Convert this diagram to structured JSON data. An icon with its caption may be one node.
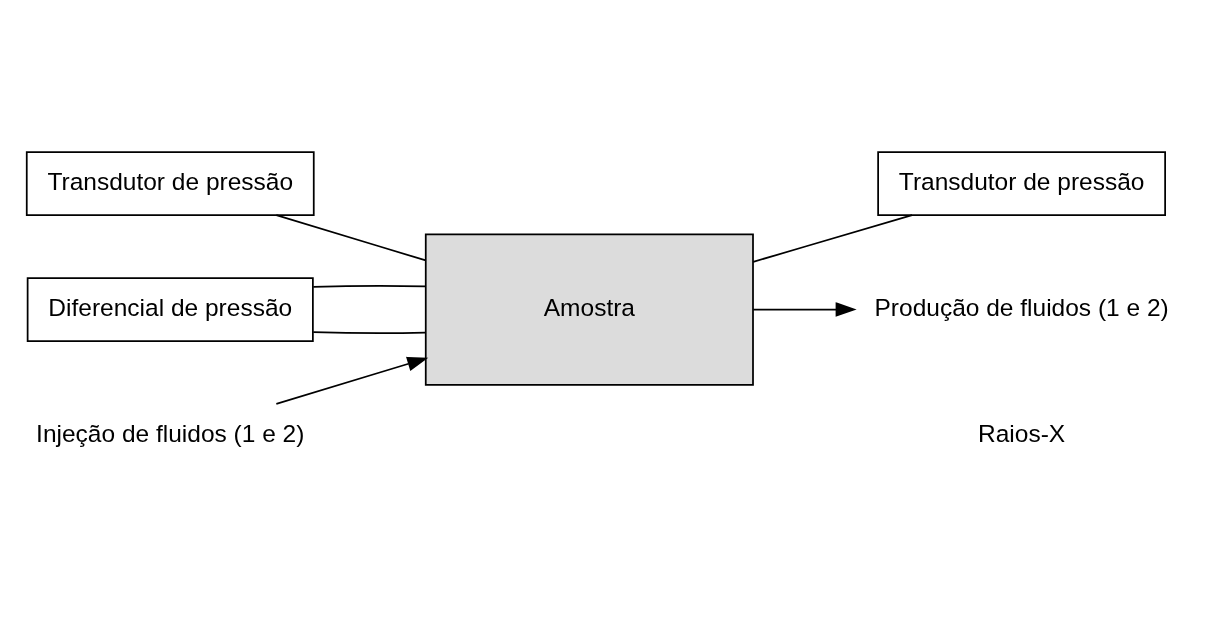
{
  "diagram": {
    "nodes": [
      {
        "text": [
          "Transdutor de pressão"
        ]
      },
      {
        "text": [
          "Diferencial de pressão"
        ]
      },
      {
        "text": [
          "Amostra"
        ]
      },
      {
        "text": [
          "Transdutor de pressão"
        ]
      },
      {
        "text": [
          "Injeção de fluidos (1 e 2)"
        ]
      },
      {
        "text": [
          "Produção de fluidos (1 e 2)"
        ]
      }
    ],
    "edges": [
      {
        "from": 4,
        "to": 2,
        "arrow": "to"
      },
      {
        "from": 0,
        "to": 2,
        "arrow": "none"
      },
      {
        "from": 1,
        "to": 2,
        "arrow": "none"
      },
      {
        "from": 1,
        "to": 2,
        "arrow": "none"
      },
      {
        "from": 2,
        "to": 3,
        "arrow": "none"
      },
      {
        "from": 2,
        "to": 5,
        "arrow": "to"
      }
    ],
    "labels": [
      "Raios-X"
    ]
  }
}
